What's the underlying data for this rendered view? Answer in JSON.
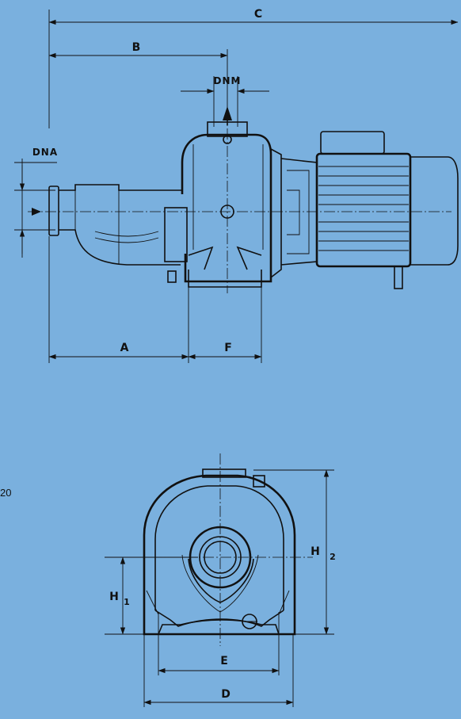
{
  "background": "#7ab0de",
  "line_color": "#111111",
  "labels": {
    "c": "C",
    "b": "B",
    "dnm": "DNM",
    "dna": "DNA",
    "a": "A",
    "f": "F",
    "h2": "H",
    "h2_sub": "2",
    "h1": "H",
    "h1_sub": "1",
    "e": "E",
    "d": "D"
  },
  "margin_text": "20"
}
